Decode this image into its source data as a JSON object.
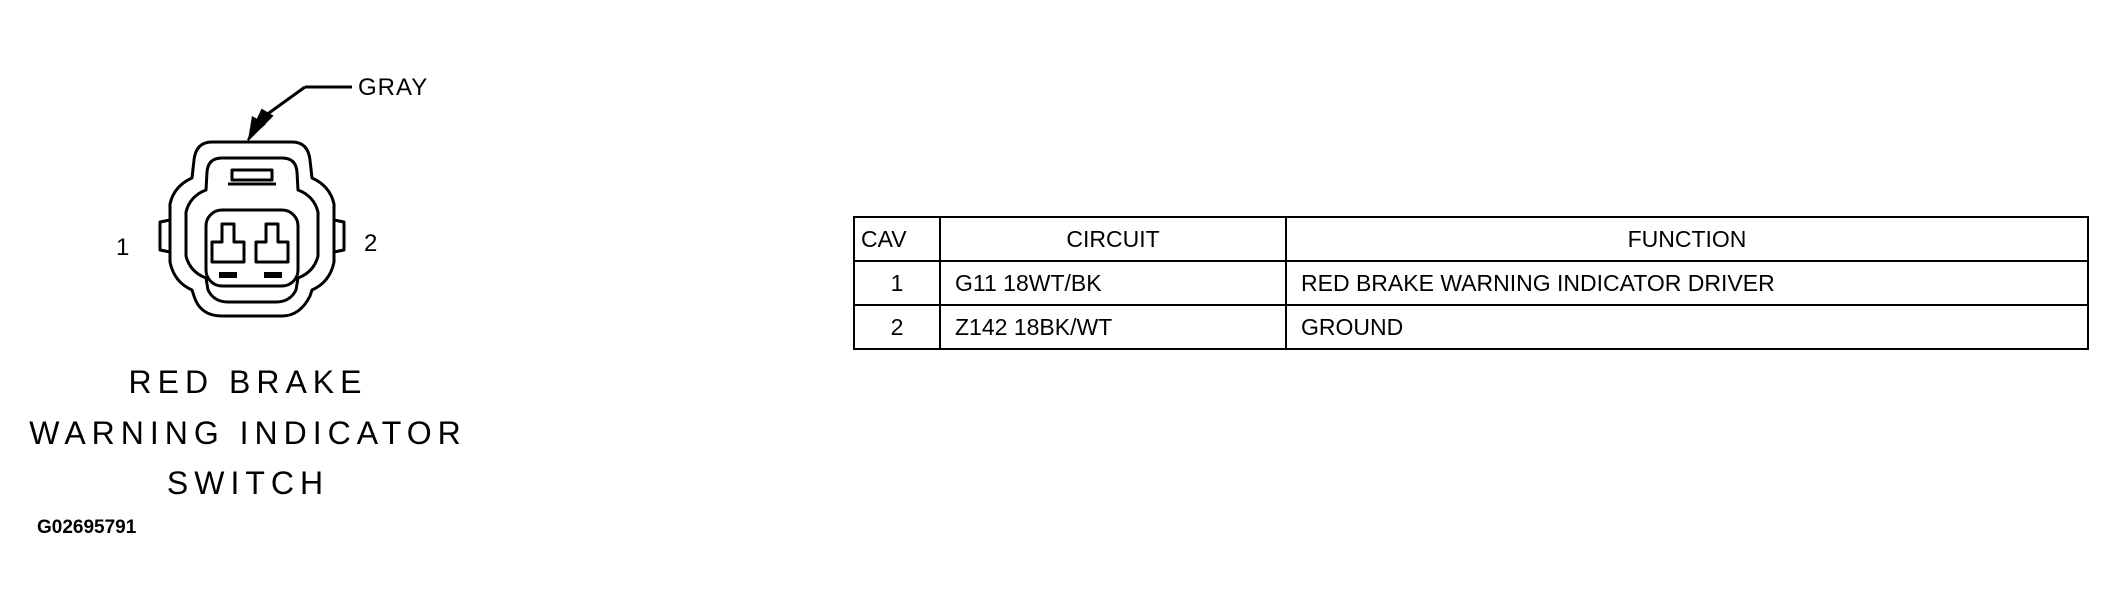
{
  "connector": {
    "color_label": "GRAY",
    "pin_left_label": "1",
    "pin_right_label": "2",
    "title_lines": [
      "RED BRAKE",
      "WARNING INDICATOR",
      "SWITCH"
    ]
  },
  "figure_id": "G02695791",
  "pinout_table": {
    "headers": [
      "CAV",
      "CIRCUIT",
      "FUNCTION"
    ],
    "rows": [
      {
        "cav": "1",
        "circuit": "G11 18WT/BK",
        "function": "RED BRAKE WARNING INDICATOR DRIVER"
      },
      {
        "cav": "2",
        "circuit": "Z142 18BK/WT",
        "function": "GROUND"
      }
    ]
  }
}
